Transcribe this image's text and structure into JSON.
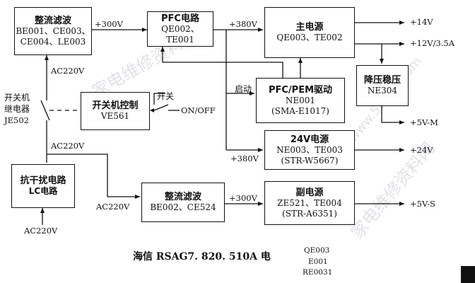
{
  "blocks": {
    "rect1": {
      "title": "整流滤波",
      "l1": "BE001、CE003、",
      "l2": "CE004、LE003"
    },
    "pfc": {
      "title": "PFC电路",
      "l1": "QE002、TE001"
    },
    "main": {
      "title": "主电源",
      "l1": "QE003、TE002"
    },
    "pfcdrv": {
      "title": "PFC/PEM驱动",
      "l1": "NE001",
      "l2": "(SMA-E1017)"
    },
    "buck": {
      "title": "降压稳压",
      "l1": "NE304"
    },
    "swctrl": {
      "title": "开关机控制",
      "l1": "VE561"
    },
    "v24": {
      "title": "24V电源",
      "l1": "NE003、TE003",
      "l2": "(STR-W5667)"
    },
    "emi": {
      "title": "抗干扰电路",
      "l1": "LC电路"
    },
    "rect2": {
      "title": "整流滤波",
      "l1": "BE002、CE524"
    },
    "standby": {
      "title": "副电源",
      "l1": "ZE521、TE004",
      "l2": "(STR-A6351)"
    }
  },
  "labels": {
    "v300a": "+300V",
    "v380a": "+380V",
    "v380b": "+380V",
    "v300b": "+300V",
    "ac1": "AC220V",
    "ac2": "AC220V",
    "ac3": "AC220V",
    "ac4": "AC220V",
    "start": "启动",
    "sw_label": "开关",
    "onoff": "ON/OFF",
    "relay1": "开关机",
    "relay2": "继电器",
    "relay3": "JE502",
    "out14": "+14V",
    "out12": "+12V/3.5A",
    "out5m": "+5V-M",
    "out24": "+24V",
    "out5s": "+5V-S"
  },
  "caption": "海信 RSAG7. 820. 510A 电",
  "caption_frags": [
    "QE003",
    "E001",
    "RE0031"
  ],
  "watermarks": [
    "家电维修资料网",
    "家电维修资料网",
    "www.52022.com"
  ]
}
